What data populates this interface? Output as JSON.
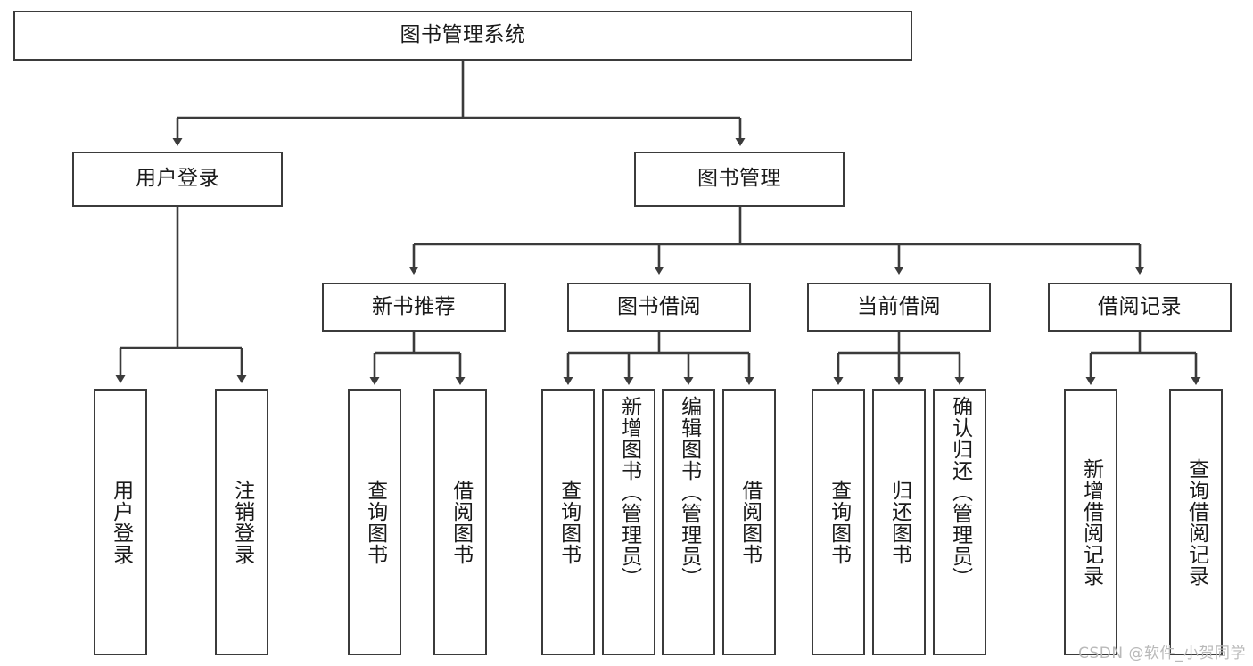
{
  "diagram": {
    "type": "tree-hierarchy",
    "title": "图书管理系统",
    "root": {
      "id": "root",
      "label": "图书管理系统"
    },
    "level2": [
      {
        "id": "user-login",
        "label": "用户登录"
      },
      {
        "id": "book-manage",
        "label": "图书管理"
      }
    ],
    "level3": [
      {
        "id": "new-book-rec",
        "label": "新书推荐",
        "parent": "book-manage"
      },
      {
        "id": "book-borrow",
        "label": "图书借阅",
        "parent": "book-manage"
      },
      {
        "id": "current-borrow",
        "label": "当前借阅",
        "parent": "book-manage"
      },
      {
        "id": "borrow-record",
        "label": "借阅记录",
        "parent": "book-manage"
      }
    ],
    "leaves": [
      {
        "id": "leaf-user-login",
        "label": "用户登录",
        "parent": "user-login"
      },
      {
        "id": "leaf-user-logout",
        "label": "注销登录",
        "parent": "user-login"
      },
      {
        "id": "leaf-query-book-1",
        "label": "查询图书",
        "parent": "new-book-rec"
      },
      {
        "id": "leaf-borrow-book-1",
        "label": "借阅图书",
        "parent": "new-book-rec"
      },
      {
        "id": "leaf-query-book-2",
        "label": "查询图书",
        "parent": "book-borrow"
      },
      {
        "id": "leaf-add-book",
        "label": "新增图书（管理员）",
        "parent": "book-borrow"
      },
      {
        "id": "leaf-edit-book",
        "label": "编辑图书（管理员）",
        "parent": "book-borrow"
      },
      {
        "id": "leaf-borrow-book-2",
        "label": "借阅图书",
        "parent": "book-borrow"
      },
      {
        "id": "leaf-query-book-3",
        "label": "查询图书",
        "parent": "current-borrow"
      },
      {
        "id": "leaf-return-book",
        "label": "归还图书",
        "parent": "current-borrow"
      },
      {
        "id": "leaf-confirm-return",
        "label": "确认归还（管理员）",
        "parent": "current-borrow"
      },
      {
        "id": "leaf-add-record",
        "label": "新增借阅记录",
        "parent": "borrow-record"
      },
      {
        "id": "leaf-query-record",
        "label": "查询借阅记录",
        "parent": "borrow-record"
      }
    ]
  },
  "watermark": {
    "text": "CSDN @软件_小贺同学"
  },
  "colors": {
    "stroke": "#3b3b3b",
    "text": "#1a1a1a",
    "background": "#ffffff",
    "watermark": "#b9b9b9"
  }
}
